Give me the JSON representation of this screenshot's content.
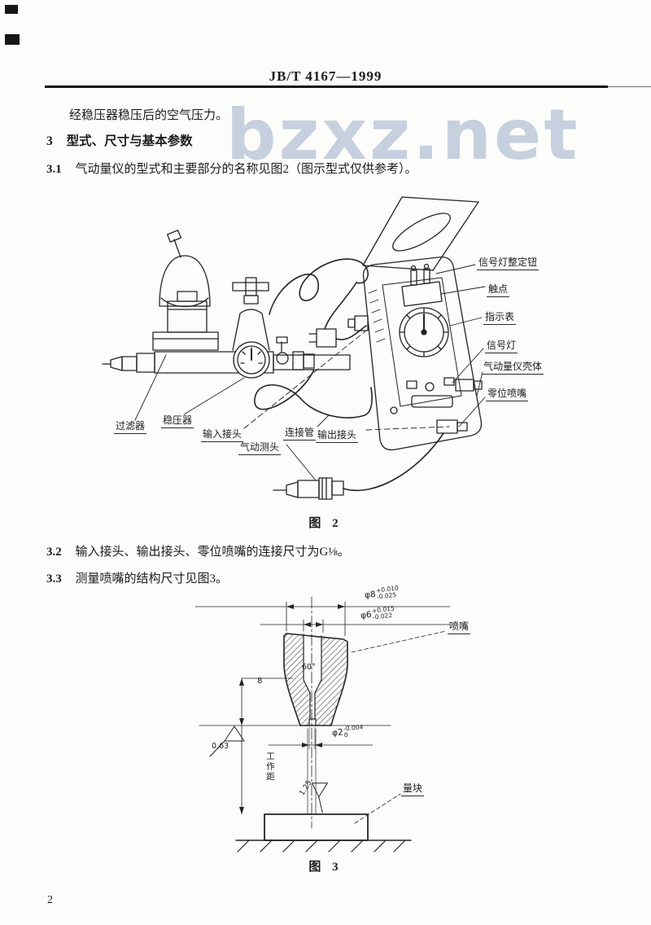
{
  "header": {
    "title": "JB/T 4167—1999"
  },
  "watermark": "bzxz.net",
  "paragraphs": {
    "intro": "经稳压器稳压后的空气压力。",
    "s3_num": "3",
    "s3_title": "型式、尺寸与基本参数",
    "s31_num": "3.1",
    "s31_text": "气动量仪的型式和主要部分的名称见图2（图示型式仅供参考）。",
    "s32_num": "3.2",
    "s32_text": "输入接头、输出接头、零位喷嘴的连接尺寸为G⅛。",
    "s33_num": "3.3",
    "s33_text": "测量喷嘴的结构尺寸见图3。"
  },
  "figure2": {
    "caption": "图 2",
    "labels_right": [
      "信号灯整定钮",
      "触点",
      "指示表",
      "信号灯",
      "气动量仪壳体",
      "零位喷嘴"
    ],
    "labels_bottom": [
      "过滤器",
      "稳压器",
      "输入接头",
      "气动测头",
      "连接管",
      "输出接头"
    ]
  },
  "figure3": {
    "caption": "图 3",
    "nozzle_label": "喷嘴",
    "block_label": "量块",
    "angle_label": "60°",
    "height_dim": "8",
    "working_distance_label": "工作距",
    "roughness_top": "0.63",
    "roughness_bottom": "1.25",
    "dims": {
      "outer": {
        "base": "φ8",
        "upper": "+0.010",
        "lower": "-0.025"
      },
      "mid": {
        "base": "φ6",
        "upper": "+0.015",
        "lower": "-0.022"
      },
      "tip": {
        "base": "φ2",
        "upper": "-0.004",
        "lower": "0"
      }
    }
  },
  "page_number": "2"
}
